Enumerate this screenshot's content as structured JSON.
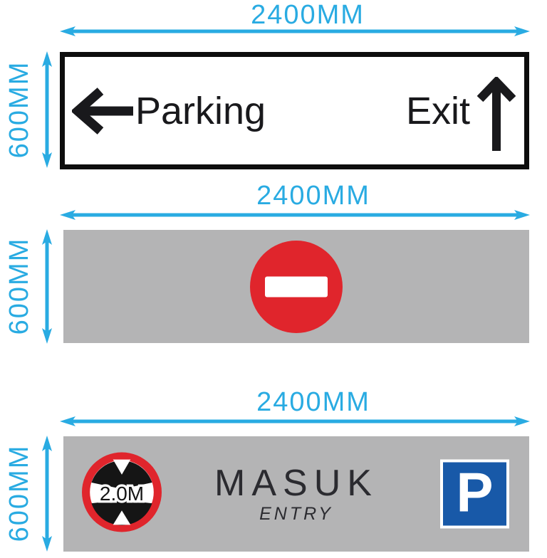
{
  "colors": {
    "dimension_cyan": "#29abe2",
    "panel_gray": "#b4b4b5",
    "sign_red": "#e0252c",
    "parking_blue": "#1859a8",
    "border_black": "#0d0d0d",
    "text_dark": "#19191c",
    "masuk_gray": "#2b2b30"
  },
  "sections": [
    {
      "width_label": "2400MM",
      "height_label": "600MM",
      "panel": {
        "left_label": "Parking",
        "right_label": "Exit"
      }
    },
    {
      "width_label": "2400MM",
      "height_label": "600MM",
      "panel": {
        "symbol": "no-entry"
      }
    },
    {
      "width_label": "2400MM",
      "height_label": "600MM",
      "panel": {
        "clearance_label": "2.0M",
        "main_label": "MASUK",
        "sub_label": "ENTRY",
        "parking_label": "P"
      }
    }
  ]
}
